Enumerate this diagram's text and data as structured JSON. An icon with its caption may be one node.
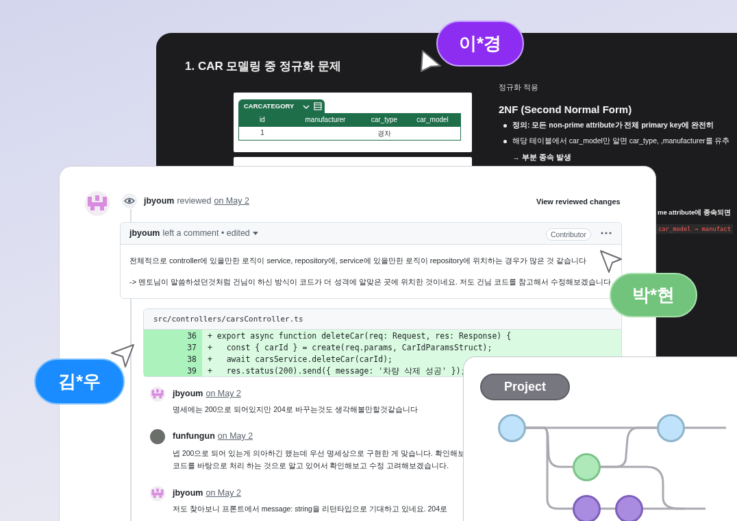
{
  "diagram": {
    "nodes": [
      {
        "text": [
          "이*경"
        ]
      },
      {
        "text": [
          "박*현"
        ]
      },
      {
        "text": [
          "김*우"
        ]
      },
      {
        "text": [
          "Project"
        ]
      },
      {
        "text": [],
        "shape": "circle"
      },
      {
        "text": [],
        "shape": "circle"
      },
      {
        "text": [],
        "shape": "circle"
      },
      {
        "text": [],
        "shape": "circle"
      },
      {
        "text": [],
        "shape": "circle"
      }
    ],
    "edges": [
      {
        "from": 4,
        "to": 5,
        "arrow": "none"
      },
      {
        "from": 4,
        "to": 6,
        "arrow": "none"
      },
      {
        "from": 6,
        "to": 5,
        "arrow": "none"
      },
      {
        "from": 4,
        "to": 7,
        "arrow": "none"
      },
      {
        "from": 7,
        "to": 8,
        "arrow": "none"
      },
      {
        "from": 5,
        "to": null,
        "arrow": "none"
      },
      {
        "from": 8,
        "to": null,
        "arrow": "none"
      },
      {
        "from": 6,
        "to": null,
        "arrow": "none"
      }
    ],
    "labels": [
      "1. CAR 모델링 중 정규화 문제",
      "CARCATEGORY",
      "id",
      "manufacturer",
      "car_type",
      "car_model",
      "1",
      "경차",
      "정규화 적용",
      "2NF (Second Normal Form)",
      "정의: 모든 non-prime attribute가 전체 primary key에 완전히",
      "해당 테이블에서 car_model만 알면 car_type, ,manufacturer를 유추",
      "→ 부분 종속 발생",
      "me attribute에 종속되면",
      "car_model → manufact",
      "jbyoum",
      "reviewed",
      "on May 2",
      "View reviewed changes",
      "jbyoum",
      "left a comment • edited",
      "Contributor",
      "전체적으로 controller에 있을만한 로직이 service, repository에, service에 있을만한 로직이 repository에 위치하는 경우가 많은 것 같습니다",
      "-> 멘토님이 말씀하셨던것처럼 건님이 하신 방식이 코드가 더 성격에 알맞은 곳에 위치한 것이네요. 저도 건님 코드를 참고해서 수정해보겠습니다",
      "src/controllers/carsController.ts",
      "36",
      "+ export async function deleteCar(req: Request, res: Response) {",
      "37",
      "+   const { carId } = create(req.params, CarIdParamsStruct);",
      "38",
      "+   await carsService.deleteCar(carId);",
      "39",
      "+   res.status(200).send({ message: '차량 삭제 성공' });",
      "jbyoum",
      "on May 2",
      "명세에는 200으로 되어있지만 204로 바꾸는것도 생각해볼만할것같습니다",
      "funfungun",
      "on May 2",
      "넵 200으로 되어 있는게 의아하긴 했는데 우선 명세상으로 구현한 게 맞습니다. 확인해보",
      "코드를 바탕으로 처리 하는 것으로 알고 있어서 확인해보고 수정 고려해보겠습니다.",
      "jbyoum",
      "on May 2",
      "저도 찾아보니 프론트에서 message: string을 리턴타입으로 기대하고 있네요. 204로"
    ]
  }
}
